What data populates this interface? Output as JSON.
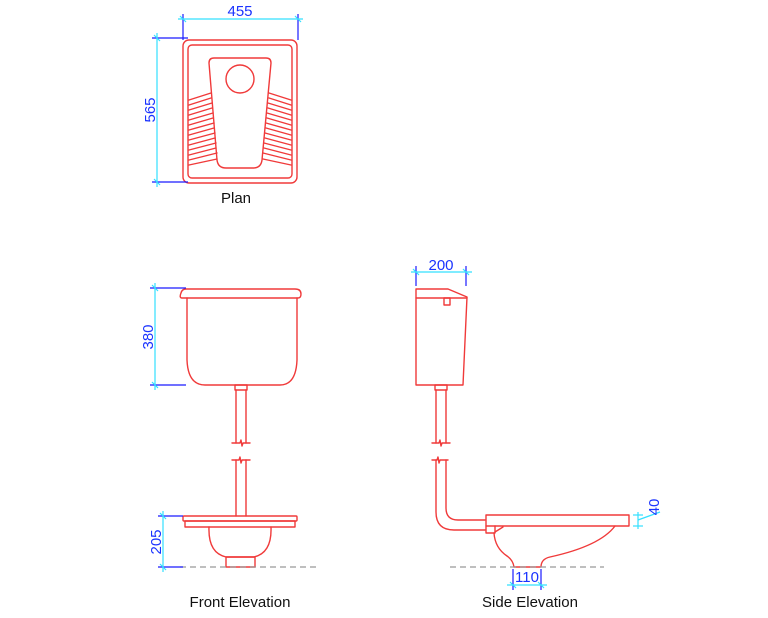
{
  "drawing": {
    "colors": {
      "object_lines": "#f03a3a",
      "dimension_lines": "#1a1aff",
      "extension_lines": "#33e0ff",
      "dimension_text": "#1a33ff",
      "ground_line": "#999999",
      "labels": "#111111"
    },
    "views": {
      "plan": {
        "label": "Plan",
        "dimensions": {
          "width": "455",
          "depth": "565"
        }
      },
      "front_elevation": {
        "label": "Front Elevation",
        "dimensions": {
          "cistern_height": "380",
          "pan_height": "205"
        }
      },
      "side_elevation": {
        "label": "Side Elevation",
        "dimensions": {
          "cistern_depth": "200",
          "rim_thickness": "40",
          "outlet_width": "110"
        }
      }
    }
  }
}
